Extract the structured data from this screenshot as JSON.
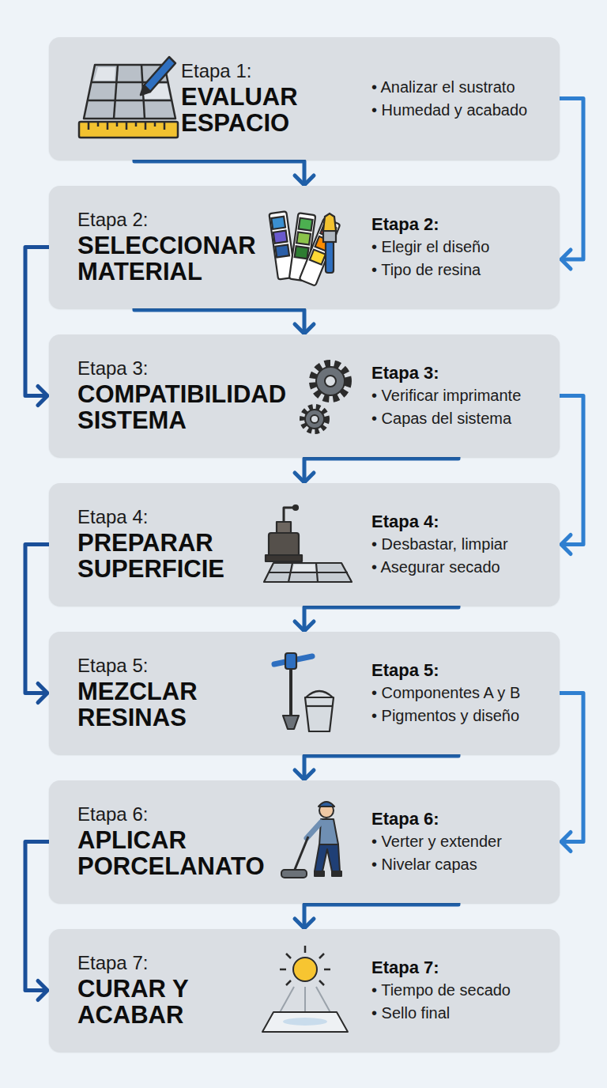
{
  "diagram": {
    "nodes": [
      {
        "text": [
          "Etapa 1:",
          "EVALUAR ESPACIO",
          "• Analizar el sustrato",
          "• Humedad y acabado"
        ]
      },
      {
        "text": [
          "Etapa 2:",
          "SELECCIONAR MATERIAL",
          "Etapa 2:",
          "• Elegir el diseño",
          "• Tipo de resina"
        ]
      },
      {
        "text": [
          "Etapa 3:",
          "COMPATIBILIDAD SISTEMA",
          "Etapa 3:",
          "• Verificar imprimante",
          "• Capas del sistema"
        ]
      },
      {
        "text": [
          "Etapa 4:",
          "PREPARAR SUPERFICIE",
          "Etapa 4:",
          "• Desbastar, limpiar",
          "• Asegurar secado"
        ]
      },
      {
        "text": [
          "Etapa 5:",
          "MEZCLAR RESINAS",
          "Etapa 5:",
          "• Componentes A y B",
          "• Pigmentos y diseño"
        ]
      },
      {
        "text": [
          "Etapa 6:",
          "APLICAR PORCELANATO",
          "Etapa 6:",
          "• Verter y extender",
          "• Nivelar capas"
        ]
      },
      {
        "text": [
          "Etapa 7:",
          "CURAR Y ACABAR",
          "Etapa 7:",
          "• Tiempo de secado",
          "• Sello final"
        ]
      }
    ],
    "edges": [
      {
        "from": 0,
        "to": 1,
        "arrow": "to"
      },
      {
        "from": 0,
        "to": 1,
        "arrow": "to"
      },
      {
        "from": 1,
        "to": 2,
        "arrow": "to"
      },
      {
        "from": 1,
        "to": 2,
        "arrow": "to"
      },
      {
        "from": 2,
        "to": 3,
        "arrow": "to"
      },
      {
        "from": 2,
        "to": 3,
        "arrow": "to"
      },
      {
        "from": 3,
        "to": 4,
        "arrow": "to"
      },
      {
        "from": 3,
        "to": 4,
        "arrow": "to"
      },
      {
        "from": 4,
        "to": 5,
        "arrow": "to"
      },
      {
        "from": 4,
        "to": 5,
        "arrow": "to"
      },
      {
        "from": 5,
        "to": 6,
        "arrow": "to"
      },
      {
        "from": 5,
        "to": 6,
        "arrow": "to"
      }
    ]
  }
}
